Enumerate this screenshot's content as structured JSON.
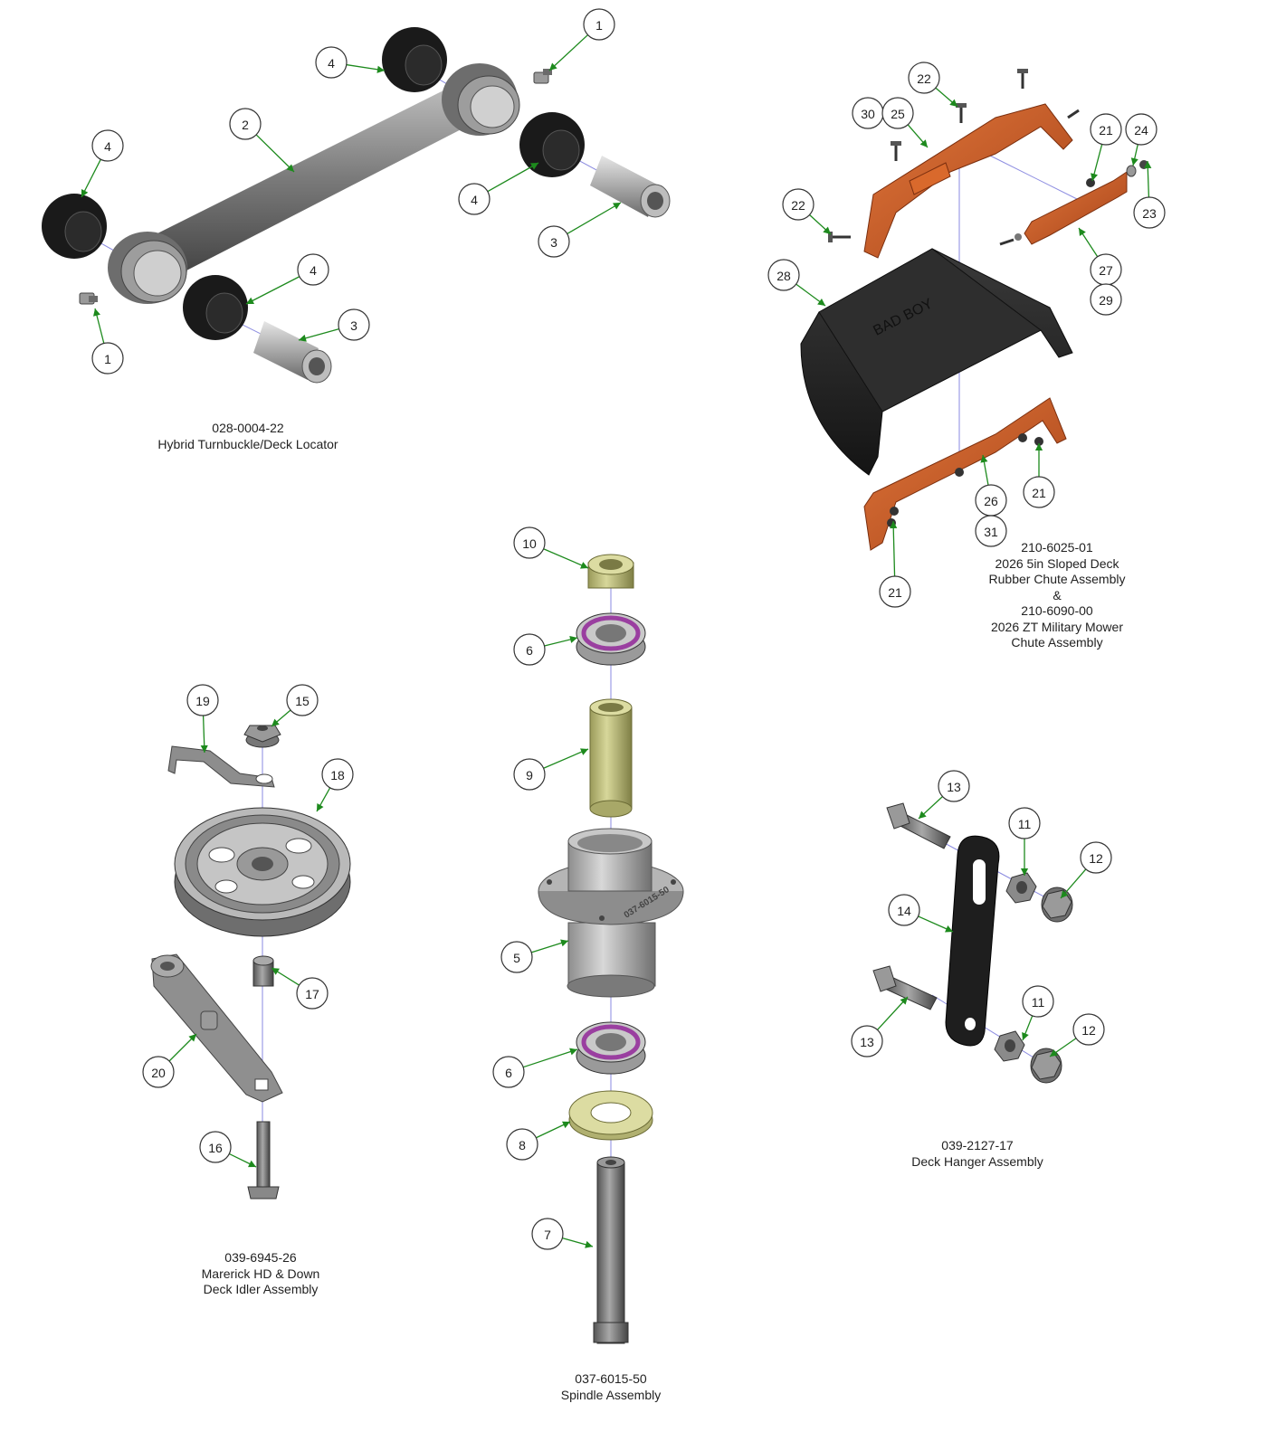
{
  "assemblies": {
    "turnbuckle": {
      "lines": [
        "028-0004-22",
        "Hybrid Turnbuckle/Deck Locator"
      ]
    },
    "chute": {
      "lines": [
        "210-6025-01",
        "2026 5in Sloped Deck",
        "Rubber Chute Assembly",
        "&",
        "210-6090-00",
        "2026 ZT Military Mower",
        "Chute Assembly"
      ]
    },
    "idler": {
      "lines": [
        "039-6945-26",
        "Marerick HD & Down",
        "Deck Idler Assembly"
      ]
    },
    "spindle": {
      "lines": [
        "037-6015-50",
        "Spindle Assembly"
      ]
    },
    "hanger": {
      "lines": [
        "039-2127-17",
        "Deck Hanger Assembly"
      ]
    }
  },
  "part_stamp": "037-6015-50",
  "callouts": {
    "turnbuckle": [
      "1",
      "4",
      "2",
      "4",
      "4",
      "3",
      "1",
      "4",
      "3"
    ],
    "chute": [
      "22",
      "30",
      "25",
      "21",
      "24",
      "23",
      "22",
      "27",
      "29",
      "28",
      "26",
      "21",
      "31",
      "21"
    ],
    "spindle": [
      "10",
      "6",
      "9",
      "5",
      "6",
      "8",
      "7"
    ],
    "idler": [
      "19",
      "15",
      "18",
      "17",
      "20",
      "16"
    ],
    "hanger": [
      "13",
      "11",
      "12",
      "14",
      "11",
      "12",
      "13"
    ]
  },
  "colors": {
    "leader": "#1d8a1d",
    "axis": "#8a8ae0",
    "bracket_orange": "#c8561f",
    "rubber_black": "#1a1a1a",
    "metal_gray": "#8a8a8a",
    "bushing_yellow": "#c9c98a",
    "bearing_purple": "#9a3fa0"
  }
}
